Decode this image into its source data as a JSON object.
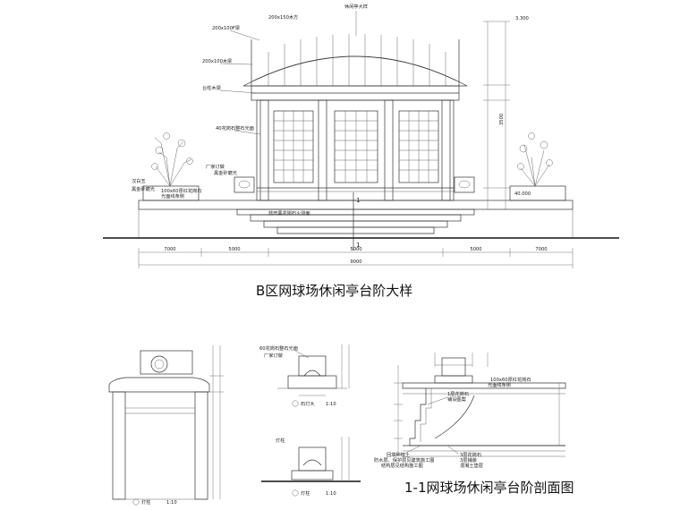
{
  "elevation": {
    "top_label": "休闲亭大样",
    "dims_right": [
      "3.300",
      "3500"
    ],
    "left_notes": [
      "200x150木方",
      "200x100F梁",
      "200x100木梁",
      "台柱木梁",
      "40花岗石整石光面",
      "厂家订做",
      "汉白玉",
      "黑金砂磨光",
      "100x60厚红花岗石",
      "光面线条侧"
    ],
    "step_note": "蓝田黑花岗石火烧面",
    "section_mark": "1",
    "right_note": "40.000",
    "bottom_dims": [
      "7000",
      "5000",
      "5000",
      "5000",
      "7000"
    ],
    "total_dim": "9000"
  },
  "titles": {
    "elevation": "B区网球场休闲亭台阶大样",
    "section": "1-1网球场休闲亭台阶剖面图"
  },
  "detail_small": {
    "top_note": "60花岗石整石光面",
    "note2": "厂家订做",
    "tag1": "石灯大",
    "tag1_scale": "1:10",
    "tag2": "灯柱",
    "tag2_scale": "1:10"
  },
  "pillar": {
    "tag": "灯柱",
    "scale": "1:10"
  },
  "section_detail": {
    "notes": [
      "100x60厚红花岗石",
      "光面线条侧",
      "1层花岗石",
      "铺设图案",
      "回填种植土",
      "防水层、保护层见建筑施工图",
      "结构层见结构施工图",
      "3层花岗石",
      "3层铺装",
      "混凝土垫层"
    ]
  }
}
